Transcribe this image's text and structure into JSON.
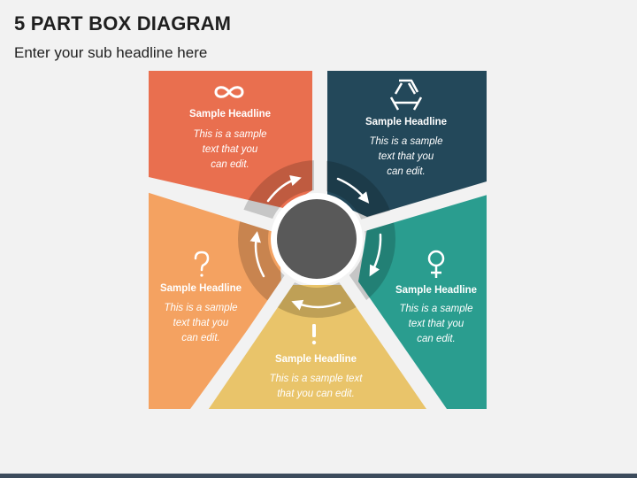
{
  "header": {
    "title": "5 PART BOX DIAGRAM",
    "subtitle": "Enter your sub headline here"
  },
  "colors": {
    "red": "#e96f4f",
    "navy": "#23485a",
    "teal": "#2a9d8f",
    "orange": "#f4a261",
    "yellow": "#e9c46a",
    "center": "#595959"
  },
  "segments": [
    {
      "id": "top-left",
      "icon": "infinity-icon",
      "headline": "Sample Headline",
      "lines": [
        "This is a sample",
        "text that you",
        "can edit."
      ]
    },
    {
      "id": "top-right",
      "icon": "recycle-icon",
      "headline": "Sample Headline",
      "lines": [
        "This is a sample",
        "text that you",
        "can edit."
      ]
    },
    {
      "id": "right",
      "icon": "female-symbol-icon",
      "headline": "Sample Headline",
      "lines": [
        "This is a sample",
        "text that you",
        "can edit."
      ]
    },
    {
      "id": "left",
      "icon": "question-mark-icon",
      "headline": "Sample Headline",
      "lines": [
        "This is a sample",
        "text that you",
        "can edit."
      ]
    },
    {
      "id": "bottom",
      "icon": "exclamation-icon",
      "headline": "Sample Headline",
      "lines": [
        "This is a sample text",
        "that you can edit."
      ]
    }
  ]
}
